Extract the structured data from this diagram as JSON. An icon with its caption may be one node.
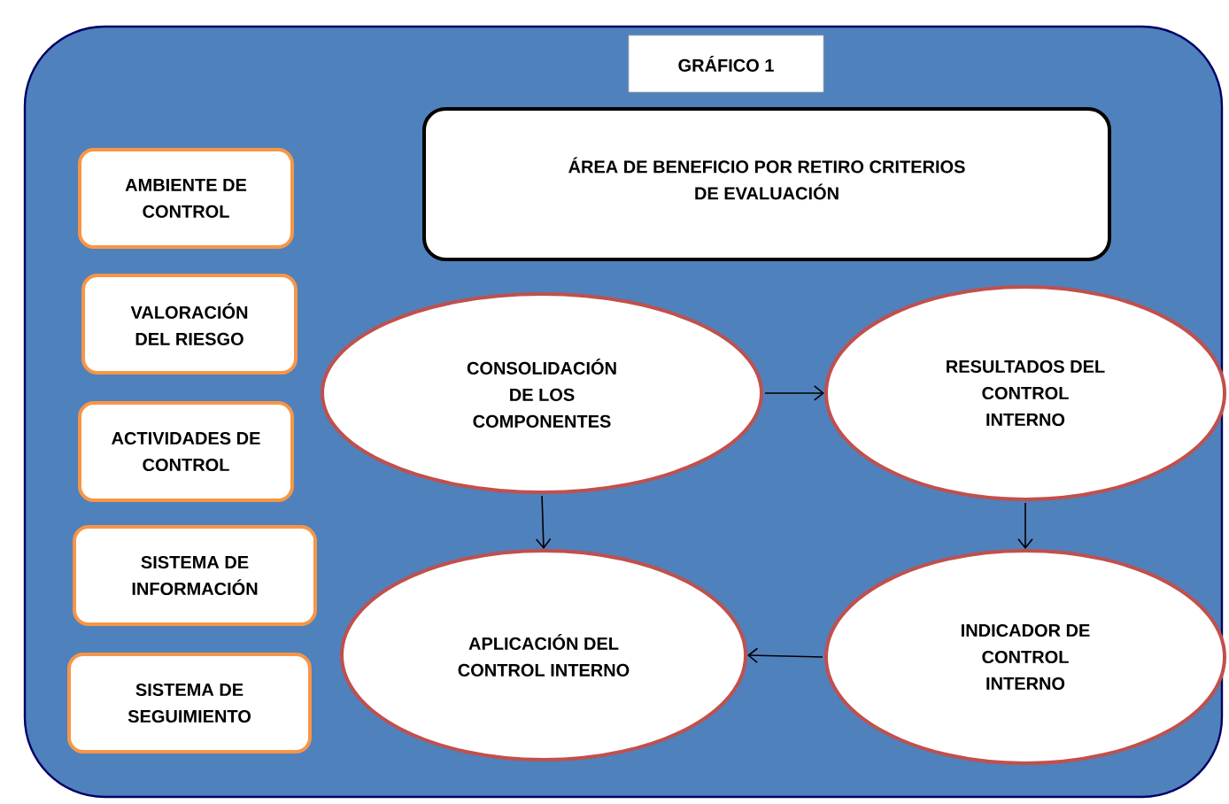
{
  "diagram": {
    "nodes": [
      {
        "text": [],
        "shape": "box"
      },
      {
        "text": [
          "GRÁFICO 1"
        ],
        "in": 0
      },
      {
        "text": [
          "ÁREA DE BENEFICIO POR RETIRO CRITERIOS DE EVALUACIÓN"
        ],
        "in": 0
      },
      {
        "text": [
          "AMBIENTE DE CONTROL"
        ],
        "in": 0
      },
      {
        "text": [
          "VALORACIÓN DEL RIESGO"
        ],
        "in": 0
      },
      {
        "text": [
          "ACTIVIDADES DE CONTROL"
        ],
        "in": 0
      },
      {
        "text": [
          "SISTEMA DE INFORMACIÓN"
        ],
        "in": 0
      },
      {
        "text": [
          "SISTEMA DE SEGUIMIENTO"
        ],
        "in": 0
      },
      {
        "text": [
          "CONSOLIDACIÓN DE LOS COMPONENTES"
        ],
        "in": 0
      },
      {
        "text": [
          "RESULTADOS DEL CONTROL INTERNO"
        ],
        "in": 0
      },
      {
        "text": [
          "APLICACIÓN DEL CONTROL INTERNO"
        ],
        "in": 0
      },
      {
        "text": [
          "INDICADOR DE CONTROL INTERNO"
        ],
        "in": 0
      }
    ],
    "edges": [
      {
        "from": 8,
        "to": 9,
        "arrow": "to"
      },
      {
        "from": 8,
        "to": 10,
        "arrow": "to"
      },
      {
        "from": 9,
        "to": 11,
        "arrow": "to"
      },
      {
        "from": 11,
        "to": 10,
        "arrow": "to"
      }
    ]
  }
}
